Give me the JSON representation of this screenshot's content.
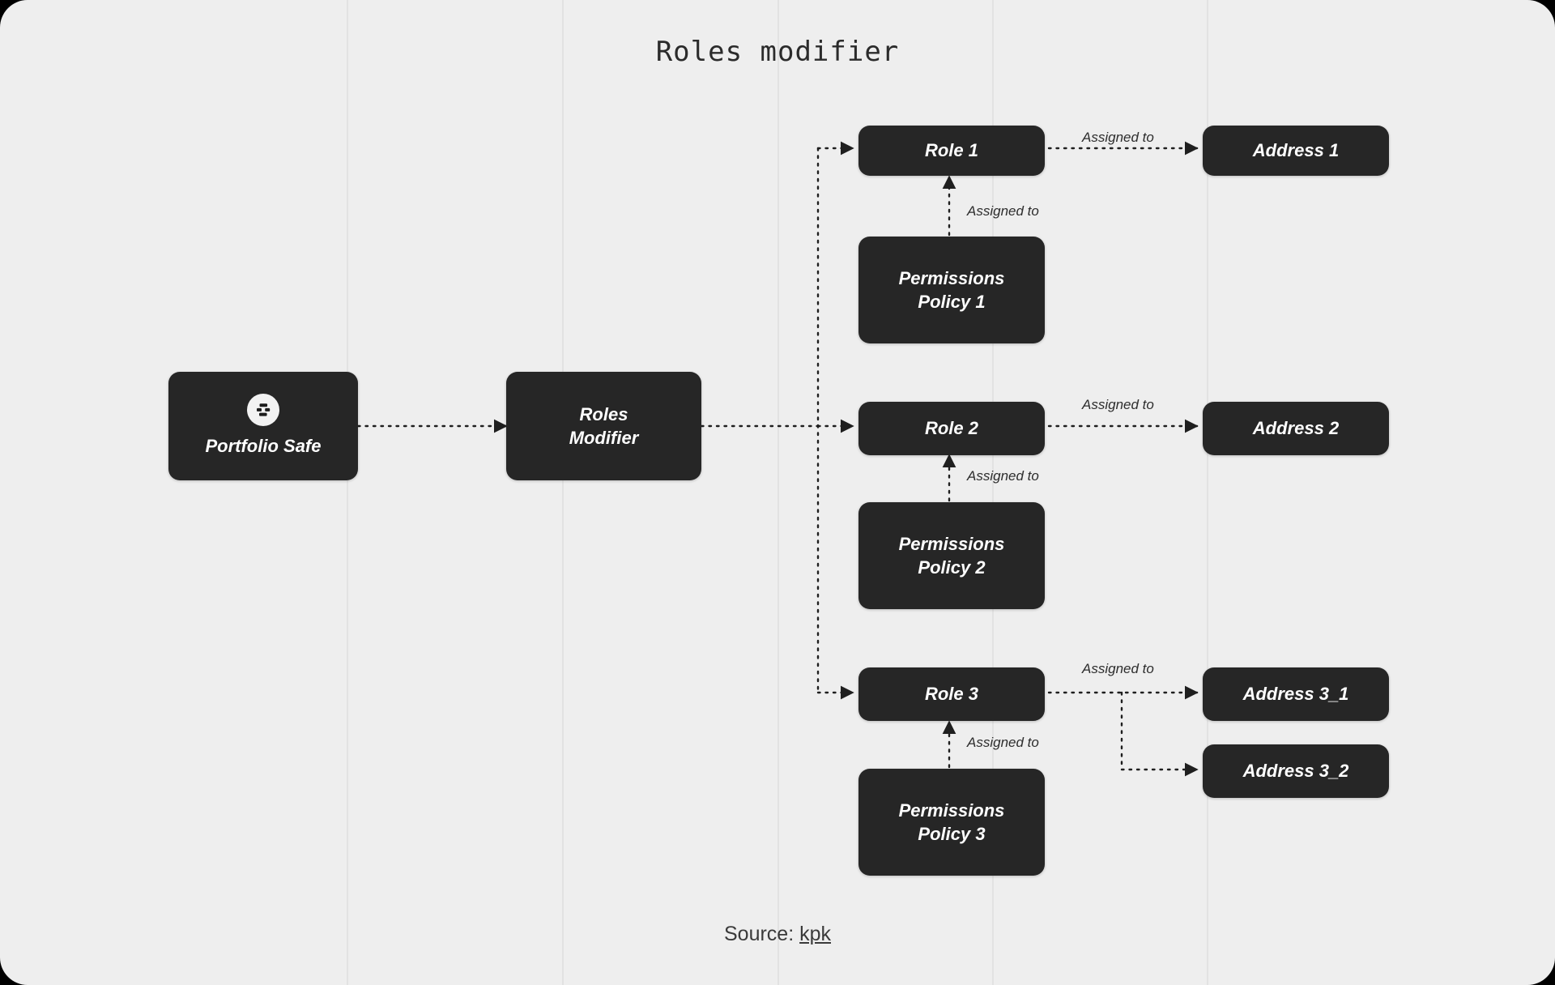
{
  "title": "Roles modifier",
  "theme": {
    "canvas_bg": "#eeeeee",
    "outer_bg": "#000000",
    "node_bg": "#262626",
    "node_text": "#ffffff",
    "gridline": "#e2e2e2",
    "edge": "#1f1f1f"
  },
  "nodes": {
    "portfolio_safe": {
      "label": "Portfolio Safe",
      "icon": "safe-logo-icon"
    },
    "roles_modifier": {
      "line1": "Roles",
      "line2": "Modifier"
    },
    "role_1": {
      "label": "Role 1"
    },
    "role_2": {
      "label": "Role 2"
    },
    "role_3": {
      "label": "Role 3"
    },
    "policy_1": {
      "line1": "Permissions",
      "line2": "Policy 1"
    },
    "policy_2": {
      "line1": "Permissions",
      "line2": "Policy 2"
    },
    "policy_3": {
      "line1": "Permissions",
      "line2": "Policy 3"
    },
    "address_1": {
      "label": "Address 1"
    },
    "address_2": {
      "label": "Address 2"
    },
    "address_3_1": {
      "label": "Address 3_1"
    },
    "address_3_2": {
      "label": "Address 3_2"
    }
  },
  "edge_labels": {
    "role1_to_address1": "Assigned to",
    "policy1_to_role1": "Assigned to",
    "role2_to_address2": "Assigned to",
    "policy2_to_role2": "Assigned to",
    "role3_to_address3": "Assigned to",
    "policy3_to_role3": "Assigned to"
  },
  "footer": {
    "prefix": "Source: ",
    "link_text": "kpk"
  }
}
